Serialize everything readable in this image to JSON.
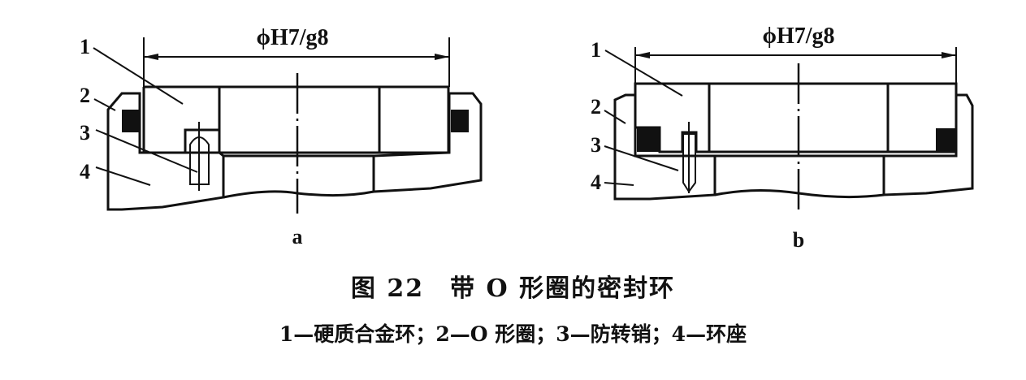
{
  "figure": {
    "number": "图 22",
    "title": "带 O 形圈的密封环",
    "legend": [
      {
        "num": "1",
        "text": "硬质合金环"
      },
      {
        "num": "2",
        "text": "O 形圈"
      },
      {
        "num": "3",
        "text": "防转销"
      },
      {
        "num": "4",
        "text": "环座"
      }
    ],
    "separator": "—",
    "delimiter": "；"
  },
  "diagrams": [
    {
      "label": "a",
      "dimension": "ϕH7/g8",
      "parts": [
        "1",
        "2",
        "3",
        "4"
      ]
    },
    {
      "label": "b",
      "dimension": "ϕH7/g8",
      "parts": [
        "1",
        "2",
        "3",
        "4"
      ]
    }
  ]
}
